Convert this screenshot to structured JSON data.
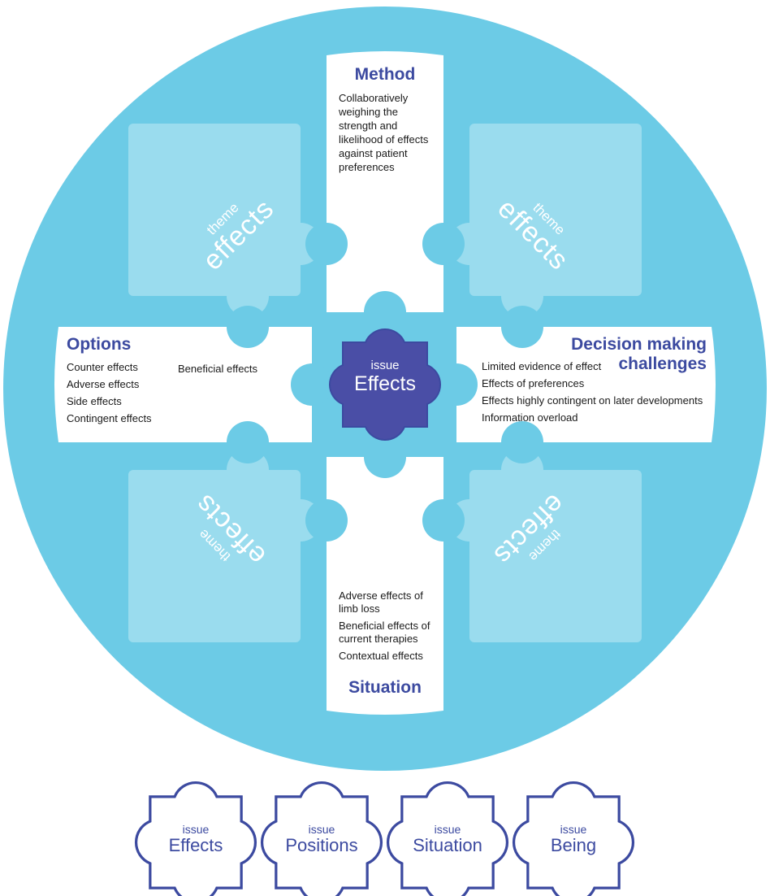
{
  "center_issue": {
    "label_small": "issue",
    "label_big": "Effects"
  },
  "themes": [
    {
      "label_small": "theme",
      "label_big": "effects"
    },
    {
      "label_small": "theme",
      "label_big": "effects"
    },
    {
      "label_small": "theme",
      "label_big": "effects"
    },
    {
      "label_small": "theme",
      "label_big": "effects"
    }
  ],
  "method": {
    "title": "Method",
    "text": "Collaboratively weighing the strength and likelihood of effects against patient preferences"
  },
  "options": {
    "title": "Options",
    "items": [
      "Counter effects",
      "Adverse effects",
      "Side effects",
      "Contingent effects"
    ],
    "side_item": "Beneficial effects"
  },
  "challenges": {
    "title_line1": "Decision making",
    "title_line2": "challenges",
    "items": [
      "Limited evidence of effect",
      "Effects of preferences",
      "Effects highly contingent on later developments",
      "Information overload"
    ]
  },
  "situation": {
    "title": "Situation",
    "items": [
      "Adverse effects of limb loss",
      "Beneficial effects of current therapies",
      "Contextual effects"
    ]
  },
  "legend": [
    {
      "label_small": "issue",
      "label_big": "Effects"
    },
    {
      "label_small": "issue",
      "label_big": "Positions"
    },
    {
      "label_small": "issue",
      "label_big": "Situation"
    },
    {
      "label_small": "issue",
      "label_big": "Being"
    }
  ],
  "colors": {
    "circle": "#6ccbe6",
    "theme_piece": "#9adcee",
    "panel": "#ffffff",
    "title": "#3c4aa0",
    "issue_fill": "#4a4ea6",
    "issue_stroke": "#3c4aa0"
  }
}
